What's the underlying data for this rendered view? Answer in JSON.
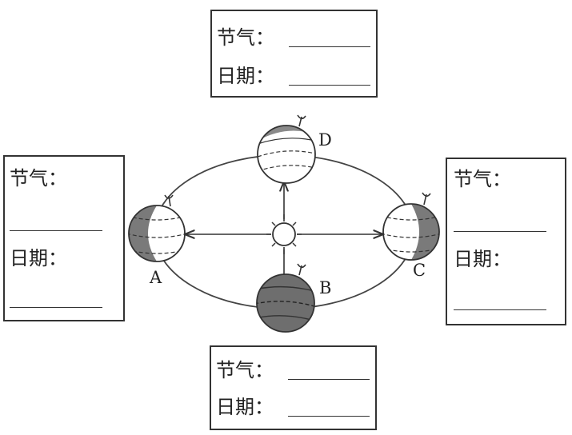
{
  "labels": {
    "solar_term": "节气：",
    "date": "日期："
  },
  "positions": {
    "A": "A",
    "B": "B",
    "C": "C",
    "D": "D"
  },
  "colors": {
    "line": "#333333",
    "night": "#7a7a7a",
    "night_full": "#6e6e6e"
  }
}
